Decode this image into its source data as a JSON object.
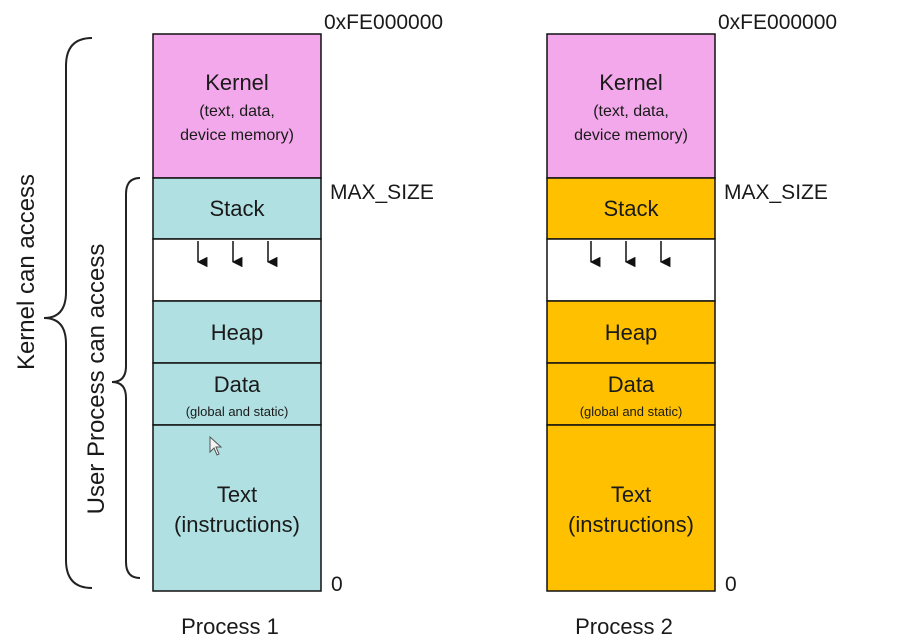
{
  "labels": {
    "kernel_access": "Kernel can access",
    "user_access": "User Process can access"
  },
  "colors": {
    "kernel": "#F2A8EA",
    "process1": "#B0E0E2",
    "process2": "#FFC000",
    "gap": "#FFFFFF",
    "border": "#111111"
  },
  "processes": [
    {
      "name": "Process 1",
      "top_address": "0xFE000000",
      "max_size_label": "MAX_SIZE",
      "bottom_address": "0",
      "segments": {
        "kernel": {
          "title": "Kernel",
          "line1": "(text, data,",
          "line2": "device memory)"
        },
        "stack": {
          "title": "Stack"
        },
        "heap": {
          "title": "Heap"
        },
        "data": {
          "title": "Data",
          "sub": "(global and static)"
        },
        "text": {
          "title": "Text",
          "sub": "(instructions)"
        }
      }
    },
    {
      "name": "Process 2",
      "top_address": "0xFE000000",
      "max_size_label": "MAX_SIZE",
      "bottom_address": "0",
      "segments": {
        "kernel": {
          "title": "Kernel",
          "line1": "(text, data,",
          "line2": "device memory)"
        },
        "stack": {
          "title": "Stack"
        },
        "heap": {
          "title": "Heap"
        },
        "data": {
          "title": "Data",
          "sub": "(global and static)"
        },
        "text": {
          "title": "Text",
          "sub": "(instructions)"
        }
      }
    }
  ]
}
